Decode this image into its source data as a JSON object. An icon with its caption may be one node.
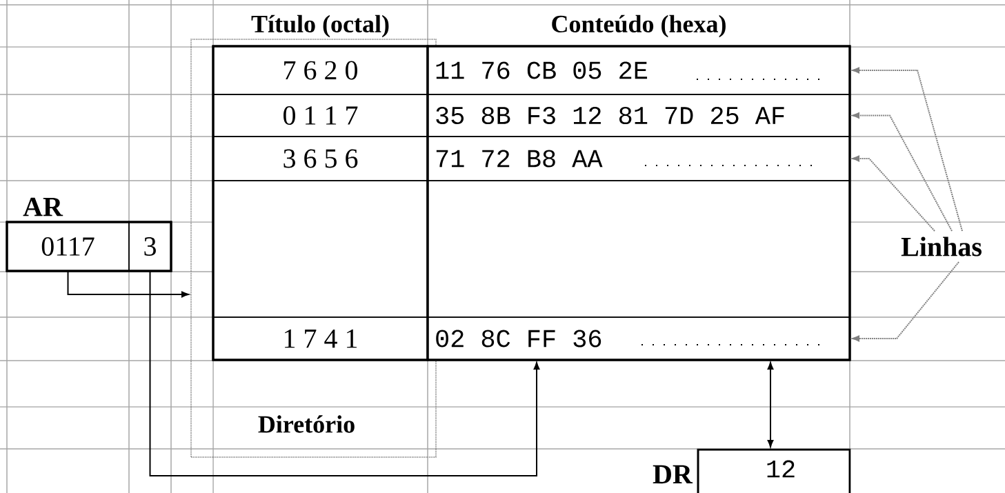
{
  "diagram": {
    "nodes": [
      {
        "text": [
          "Diretório"
        ]
      },
      {
        "text": [
          "Título (octal)"
        ],
        "in": 0
      },
      {
        "text": [
          "7 6 2 0"
        ],
        "in": 1
      },
      {
        "text": [
          "0 1 1 7"
        ],
        "in": 1
      },
      {
        "text": [
          "3 6 5 6"
        ],
        "in": 1
      },
      {
        "text": [
          "1 7 4 1"
        ],
        "in": 1
      },
      {
        "text": [
          "Conteúdo (hexa)"
        ]
      },
      {
        "text": [
          "11 76 CB 05 2E"
        ],
        "in": 6
      },
      {
        "text": [
          "35 8B F3 12 81 7D 25 AF"
        ],
        "in": 6
      },
      {
        "text": [
          "71 72 B8 AA"
        ],
        "in": 6
      },
      {
        "text": [
          "02 8C FF 36"
        ],
        "in": 6
      },
      {
        "text": [
          "Linhas"
        ]
      },
      {
        "text": [
          "AR"
        ]
      },
      {
        "text": [
          "0117"
        ],
        "in": 12
      },
      {
        "text": [
          "3"
        ],
        "in": 12
      },
      {
        "text": [
          "DR",
          "12"
        ]
      }
    ],
    "edges": [
      {
        "from": 13,
        "to": 0,
        "arrow": "to",
        "color": "#000000"
      },
      {
        "from": 14,
        "to": 6,
        "arrow": "to",
        "color": "#000000"
      },
      {
        "from": 6,
        "to": 15,
        "arrow": "both",
        "color": "#000000"
      },
      {
        "from": 11,
        "to": 7,
        "arrow": "to",
        "style": "dashed",
        "color": "#808080"
      },
      {
        "from": 11,
        "to": 8,
        "arrow": "to",
        "style": "dashed",
        "color": "#808080"
      },
      {
        "from": 11,
        "to": 9,
        "arrow": "to",
        "style": "dashed",
        "color": "#808080"
      },
      {
        "from": 11,
        "to": 10,
        "arrow": "to",
        "style": "dashed",
        "color": "#808080"
      }
    ]
  }
}
